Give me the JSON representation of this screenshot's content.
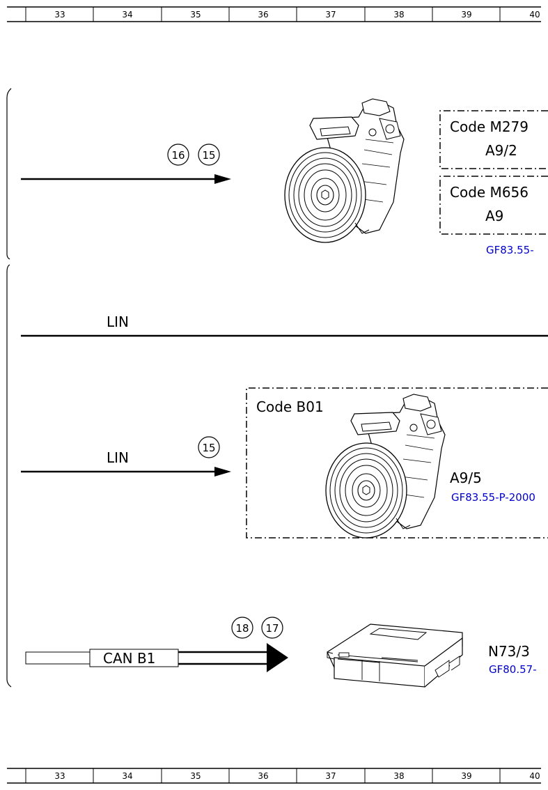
{
  "ruler": {
    "columns": [
      "33",
      "34",
      "35",
      "36",
      "37",
      "38",
      "39",
      "40"
    ]
  },
  "block1": {
    "refs": [
      "16",
      "15"
    ],
    "code_a": "Code M279",
    "code_a_label": "A9/2",
    "code_b": "Code M656",
    "code_b_label": "A9",
    "link": "GF83.55-"
  },
  "lin_line": {
    "label": "LIN"
  },
  "block2": {
    "lin_label": "LIN",
    "ref": "15",
    "code": "Code B01",
    "label": "A9/5",
    "link": "GF83.55-P-2000"
  },
  "block3": {
    "can_label": "CAN B1",
    "refs": [
      "18",
      "17"
    ],
    "label": "N73/3",
    "link": "GF80.57-"
  }
}
